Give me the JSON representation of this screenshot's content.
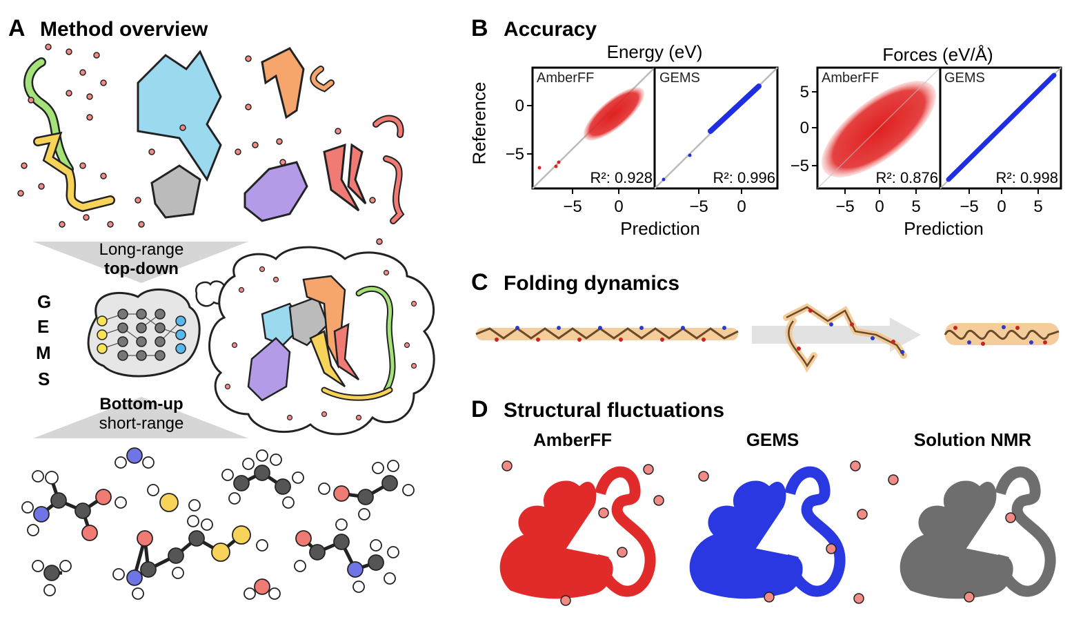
{
  "panels": {
    "a": {
      "letter": "A",
      "title": "Method overview"
    },
    "b": {
      "letter": "B",
      "title": "Accuracy"
    },
    "c": {
      "letter": "C",
      "title": "Folding dynamics"
    },
    "d": {
      "letter": "D",
      "title": "Structural fluctuations"
    }
  },
  "panel_a": {
    "top_arrow": {
      "line1": "Long-range",
      "line2": "top-down"
    },
    "bottom_arrow": {
      "line1": "Bottom-up",
      "line2": "short-range"
    },
    "acronym": [
      "G",
      "E",
      "M",
      "S"
    ]
  },
  "accuracy": {
    "energy": {
      "title": "Energy (eV)",
      "xlabel": "Prediction",
      "ylabel": "Reference",
      "ticks": [
        "0",
        "−5"
      ],
      "xticks": [
        "−5",
        "0"
      ],
      "left": {
        "method": "AmberFF",
        "r2_label": "R²: 0.928"
      },
      "right": {
        "method": "GEMS",
        "r2_label": "R²: 0.996"
      }
    },
    "forces": {
      "title": "Forces (eV/Å)",
      "xlabel": "Prediction",
      "ticks": [
        "5",
        "0",
        "−5"
      ],
      "xticks": [
        "−5",
        "0",
        "5"
      ],
      "left": {
        "method": "AmberFF",
        "r2_label": "R²: 0.876"
      },
      "right": {
        "method": "GEMS",
        "r2_label": "R²: 0.998"
      }
    }
  },
  "fluctuations": {
    "labels": [
      "AmberFF",
      "GEMS",
      "Solution NMR"
    ]
  },
  "colors": {
    "amber": "#e02020",
    "gems": "#1f2ee0",
    "nmr": "#555555",
    "arrow_gray": "#d6d6d6"
  }
}
